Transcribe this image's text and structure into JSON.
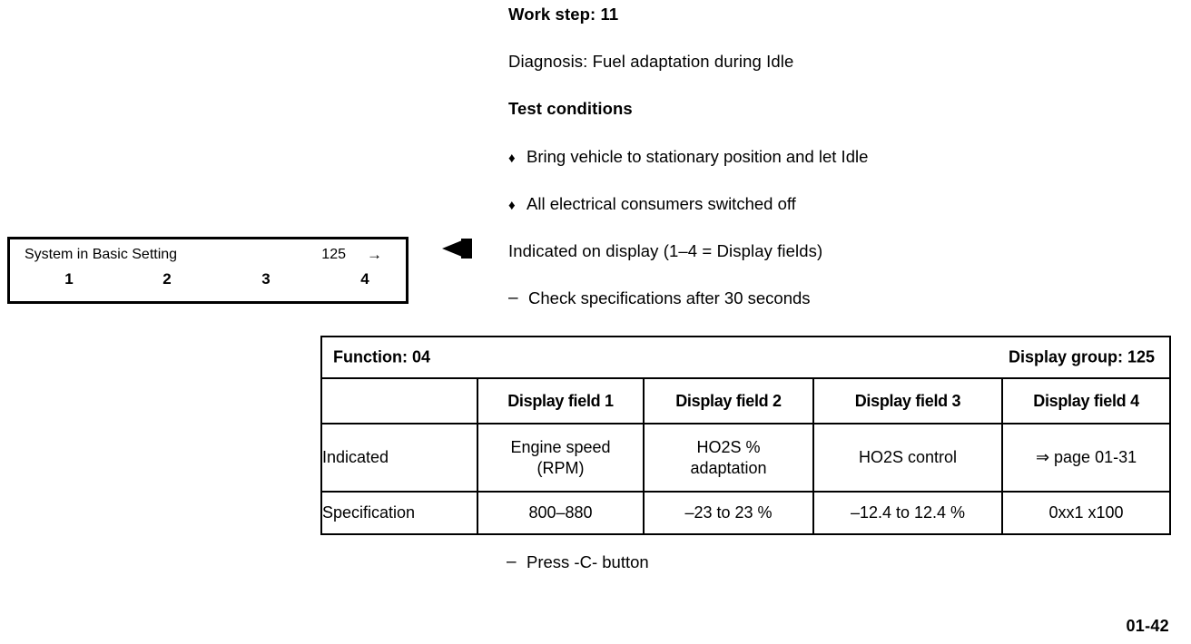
{
  "work_step": {
    "label": "Work step: 11"
  },
  "diagnosis": {
    "label": "Diagnosis: Fuel adaptation during Idle"
  },
  "test_conditions": {
    "heading": "Test conditions",
    "bullet_mark": "♦",
    "items": [
      "Bring vehicle to stationary position and let Idle",
      "All electrical consumers switched off"
    ]
  },
  "display_note": {
    "text": "Indicated on display (1–4 = Display fields)"
  },
  "check_note": {
    "dash": "–",
    "text": "Check specifications after 30 seconds"
  },
  "press_note": {
    "dash": "–",
    "text": "Press -C- button"
  },
  "scan_display": {
    "title": "System in Basic Setting",
    "group": "125",
    "arrow": "→",
    "field_numbers": [
      "1",
      "2",
      "3",
      "4"
    ]
  },
  "data_table": {
    "function_label": "Function: 04",
    "display_group_label": "Display group: 125",
    "column_headers": [
      "",
      "Display field 1",
      "Display field 2",
      "Display field 3",
      "Display field 4"
    ],
    "rows": [
      {
        "label": "Indicated",
        "cells": [
          "Engine speed\n(RPM)",
          "HO2S %\nadaptation",
          "HO2S control",
          "⇒ page 01-31"
        ]
      },
      {
        "label": "Specification",
        "cells": [
          "800–880",
          "–23 to 23 %",
          "–12.4 to 12.4 %",
          "0xx1 x100"
        ]
      }
    ]
  },
  "page_number": "01-42",
  "colors": {
    "ink": "#000000",
    "paper": "#ffffff"
  }
}
